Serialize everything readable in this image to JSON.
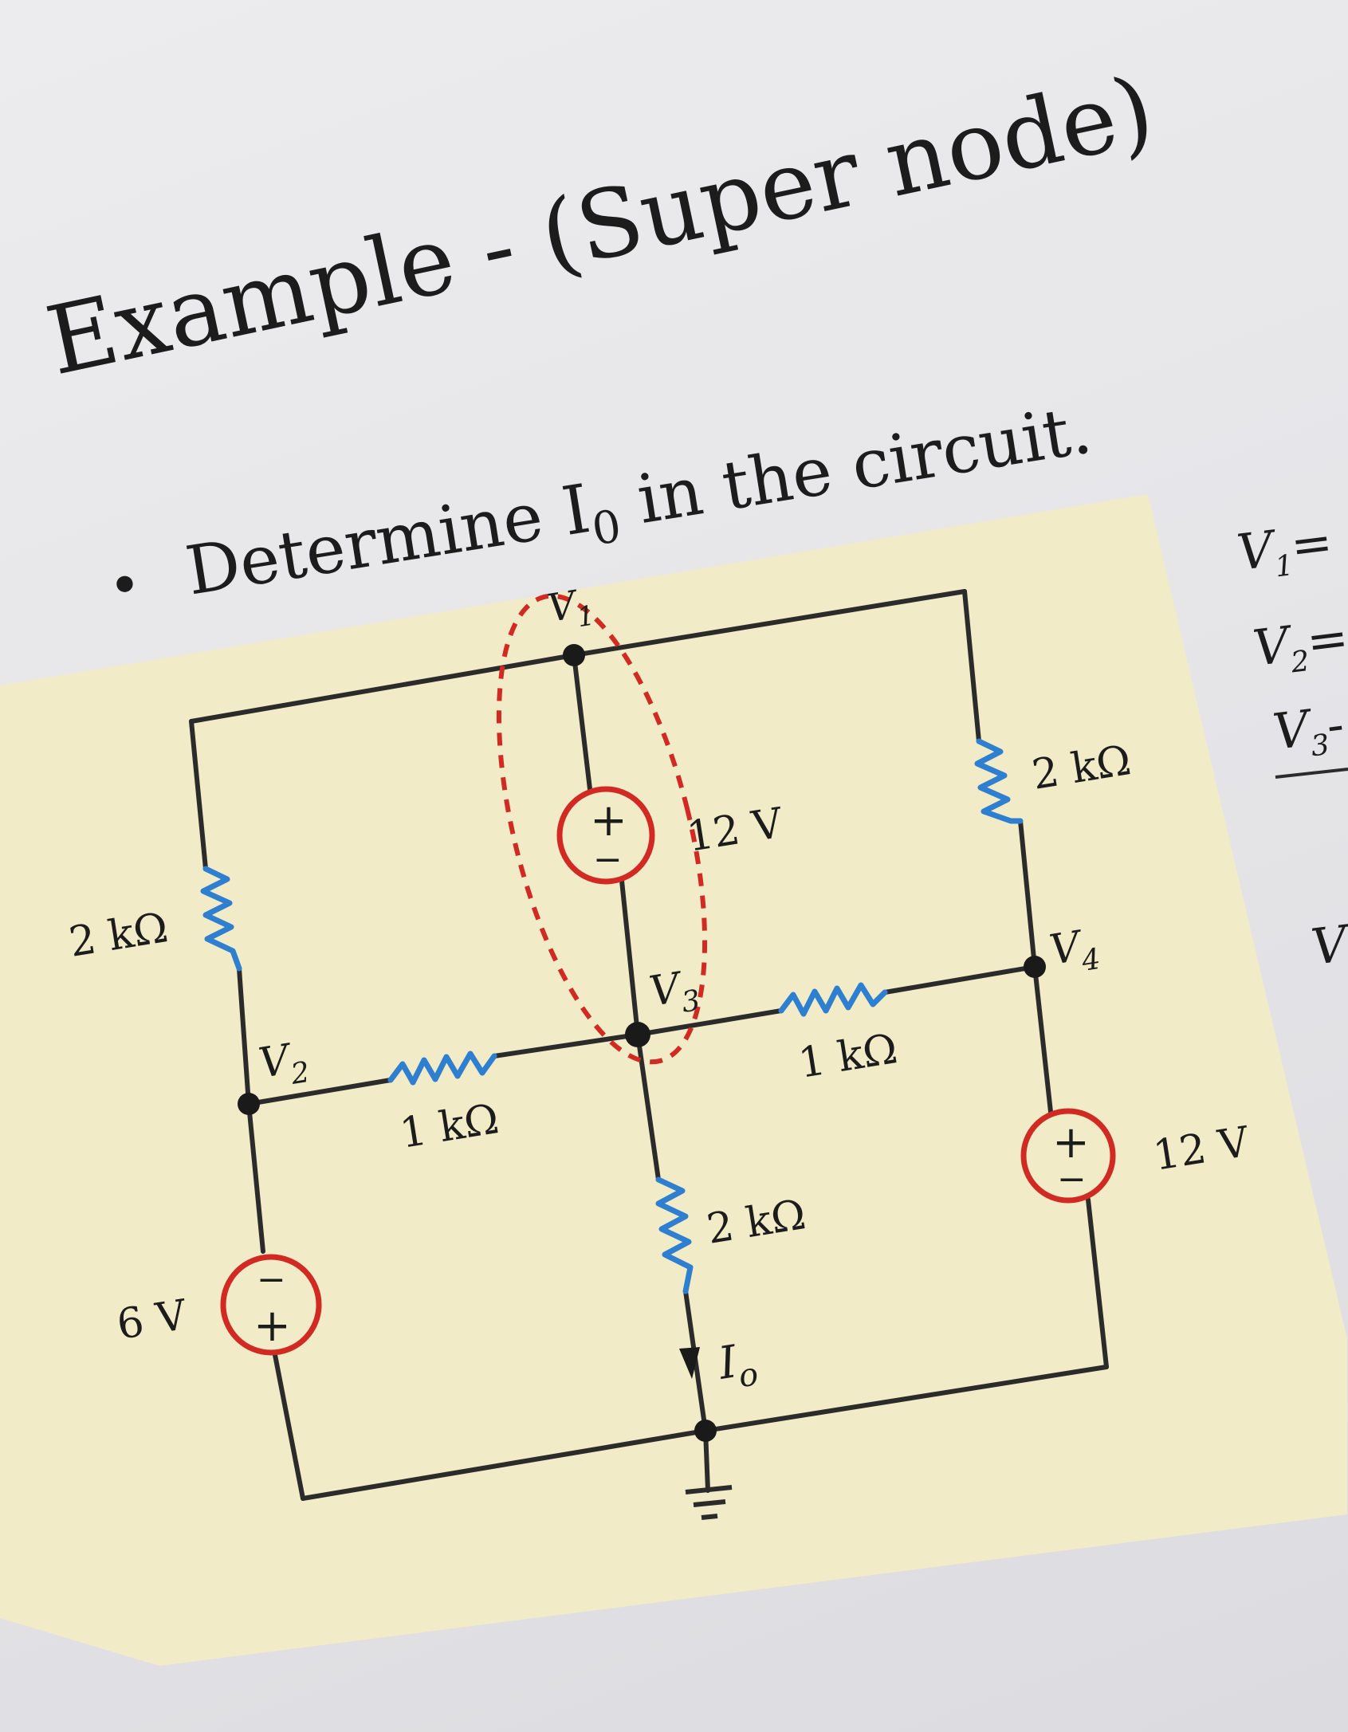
{
  "slide": {
    "title": "Example -  (Super node)",
    "bullet_char": "•",
    "bullet_text_main": "Determine I",
    "bullet_text_sub": "0",
    "bullet_text_end": " in the circuit."
  },
  "circuit": {
    "node_v1_main": "V",
    "node_v1_sub": "1",
    "node_v2_main": "V",
    "node_v2_sub": "2",
    "node_v3_main": "V",
    "node_v3_sub": "3",
    "node_v4_main": "V",
    "node_v4_sub": "4",
    "r_left": "2 kΩ",
    "r_top_right": "2 kΩ",
    "r_mid_left": "1 kΩ",
    "r_mid_right": "1 kΩ",
    "r_bottom": "2 kΩ",
    "src_top": "12 V",
    "src_right": "12 V",
    "src_left": "6 V",
    "plus": "+",
    "minus": "−",
    "current_main": "I",
    "current_sub": "o"
  },
  "side_eqs": {
    "eq1_main": "V",
    "eq1_sub": "1",
    "eq1_rest": "=",
    "eq2_main": "V",
    "eq2_sub": "2",
    "eq2_rest": "=",
    "eq3_main": "V",
    "eq3_sub": "3",
    "eq3_rest": "-",
    "eq4_main": "V"
  },
  "colors": {
    "panel": "#f1ebc8",
    "wire": "#2b2b2b",
    "resistor": "#2e7fd0",
    "source": "#d02a22",
    "supernode": "#d02a22"
  }
}
